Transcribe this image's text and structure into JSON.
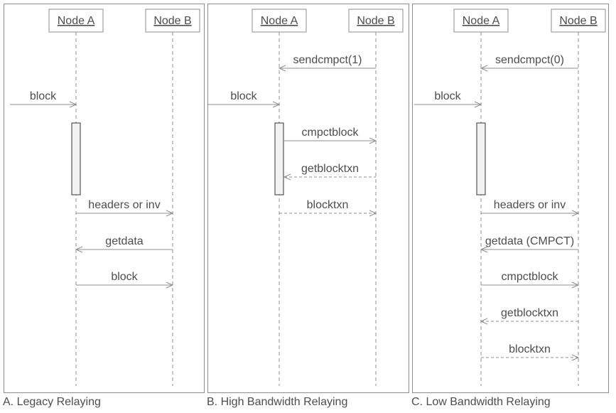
{
  "colors": {
    "panel_border": "#8c8c8c",
    "box_border": "#8c8c8c",
    "box_fill": "#ffffff",
    "line": "#8f8f8f",
    "text": "#4d4d4d",
    "activation_fill": "#f2f2f2",
    "activation_border": "#333333",
    "background": "#ffffff"
  },
  "panels": [
    {
      "id": "legacy-relaying",
      "caption": "A. Legacy Relaying",
      "actors": [
        "Node A",
        "Node B"
      ],
      "activation": {
        "actor": "Node A"
      },
      "messages": [
        {
          "label": "block",
          "from": "external",
          "to": "Node A",
          "line": "solid",
          "row": 1
        },
        {
          "label": "headers or inv",
          "from": "Node A",
          "to": "Node B",
          "line": "solid",
          "row": 4
        },
        {
          "label": "getdata",
          "from": "Node B",
          "to": "Node A",
          "line": "solid",
          "row": 5
        },
        {
          "label": "block",
          "from": "Node A",
          "to": "Node B",
          "line": "solid",
          "row": 6
        }
      ]
    },
    {
      "id": "high-bandwidth-relaying",
      "caption": "B. High Bandwidth Relaying",
      "actors": [
        "Node A",
        "Node B"
      ],
      "activation": {
        "actor": "Node A"
      },
      "messages": [
        {
          "label": "sendcmpct(1)",
          "from": "Node B",
          "to": "Node A",
          "line": "solid",
          "row": 0
        },
        {
          "label": "block",
          "from": "external",
          "to": "Node A",
          "line": "solid",
          "row": 1
        },
        {
          "label": "cmpctblock",
          "from": "Node A",
          "to": "Node B",
          "line": "solid",
          "row": 2
        },
        {
          "label": "getblocktxn",
          "from": "Node B",
          "to": "Node A",
          "line": "dashed",
          "row": 3
        },
        {
          "label": "blocktxn",
          "from": "Node A",
          "to": "Node B",
          "line": "dashed",
          "row": 4
        }
      ]
    },
    {
      "id": "low-bandwidth-relaying",
      "caption": "C. Low Bandwidth Relaying",
      "actors": [
        "Node A",
        "Node B"
      ],
      "activation": {
        "actor": "Node A"
      },
      "messages": [
        {
          "label": "sendcmpct(0)",
          "from": "Node B",
          "to": "Node A",
          "line": "solid",
          "row": 0
        },
        {
          "label": "block",
          "from": "external",
          "to": "Node A",
          "line": "solid",
          "row": 1
        },
        {
          "label": "headers or inv",
          "from": "Node A",
          "to": "Node B",
          "line": "solid",
          "row": 4
        },
        {
          "label": "getdata (CMPCT)",
          "from": "Node B",
          "to": "Node A",
          "line": "solid",
          "row": 5
        },
        {
          "label": "cmpctblock",
          "from": "Node A",
          "to": "Node B",
          "line": "solid",
          "row": 6
        },
        {
          "label": "getblocktxn",
          "from": "Node B",
          "to": "Node A",
          "line": "dashed",
          "row": 7
        },
        {
          "label": "blocktxn",
          "from": "Node A",
          "to": "Node B",
          "line": "dashed",
          "row": 8
        }
      ]
    }
  ]
}
